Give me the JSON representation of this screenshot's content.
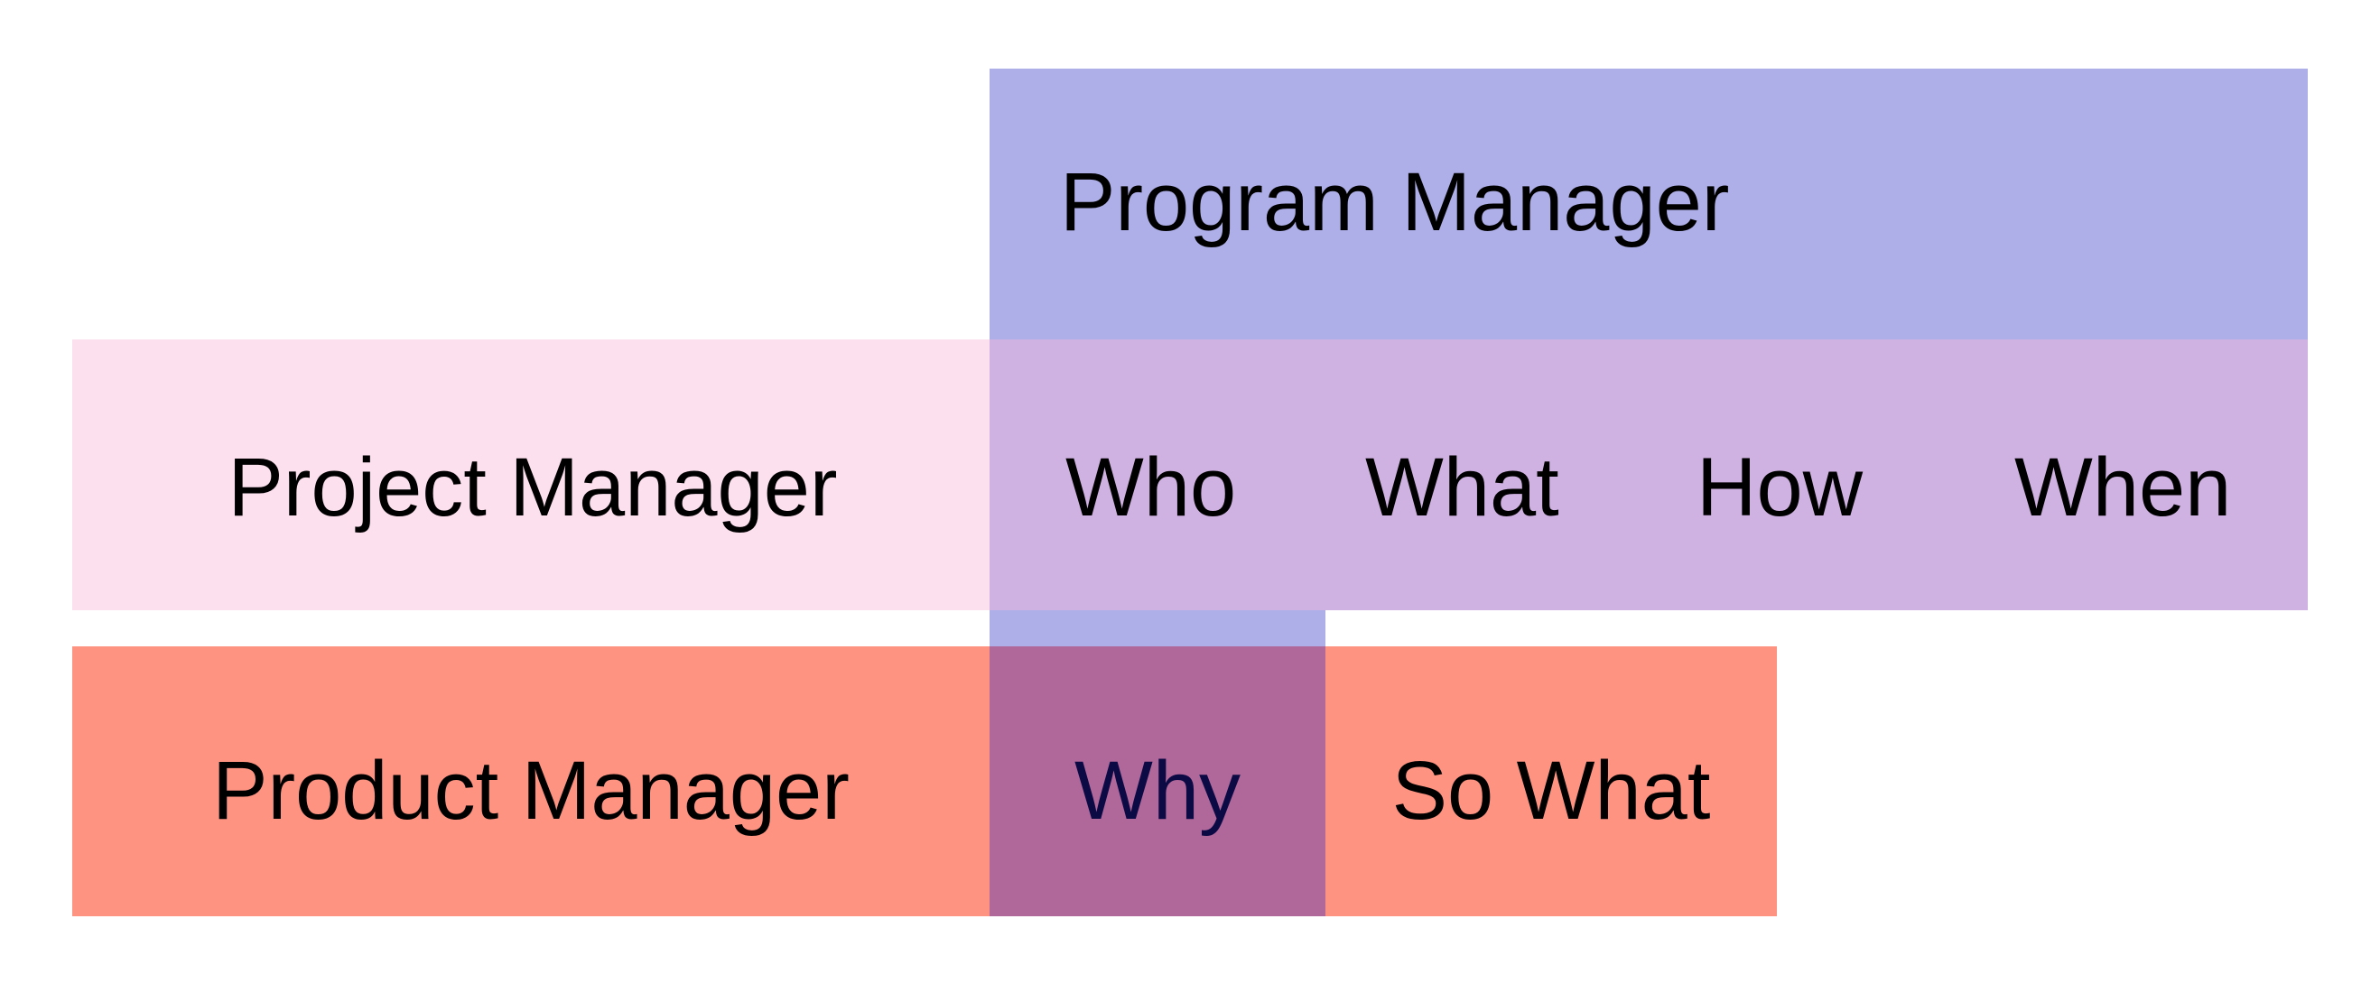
{
  "colors": {
    "program": "#aeaee8",
    "project": "#fde0ee",
    "overlap_program_project": "#d0b2e2",
    "product": "#fe9382",
    "overlap_program_product": "#b06799",
    "why_text": "#0b0a45"
  },
  "program_manager": {
    "label": "Program Manager"
  },
  "project_manager": {
    "label": "Project Manager",
    "items": [
      "Who",
      "What",
      "How",
      "When"
    ]
  },
  "product_manager": {
    "label": "Product Manager",
    "items": [
      "Why",
      "So What"
    ]
  }
}
